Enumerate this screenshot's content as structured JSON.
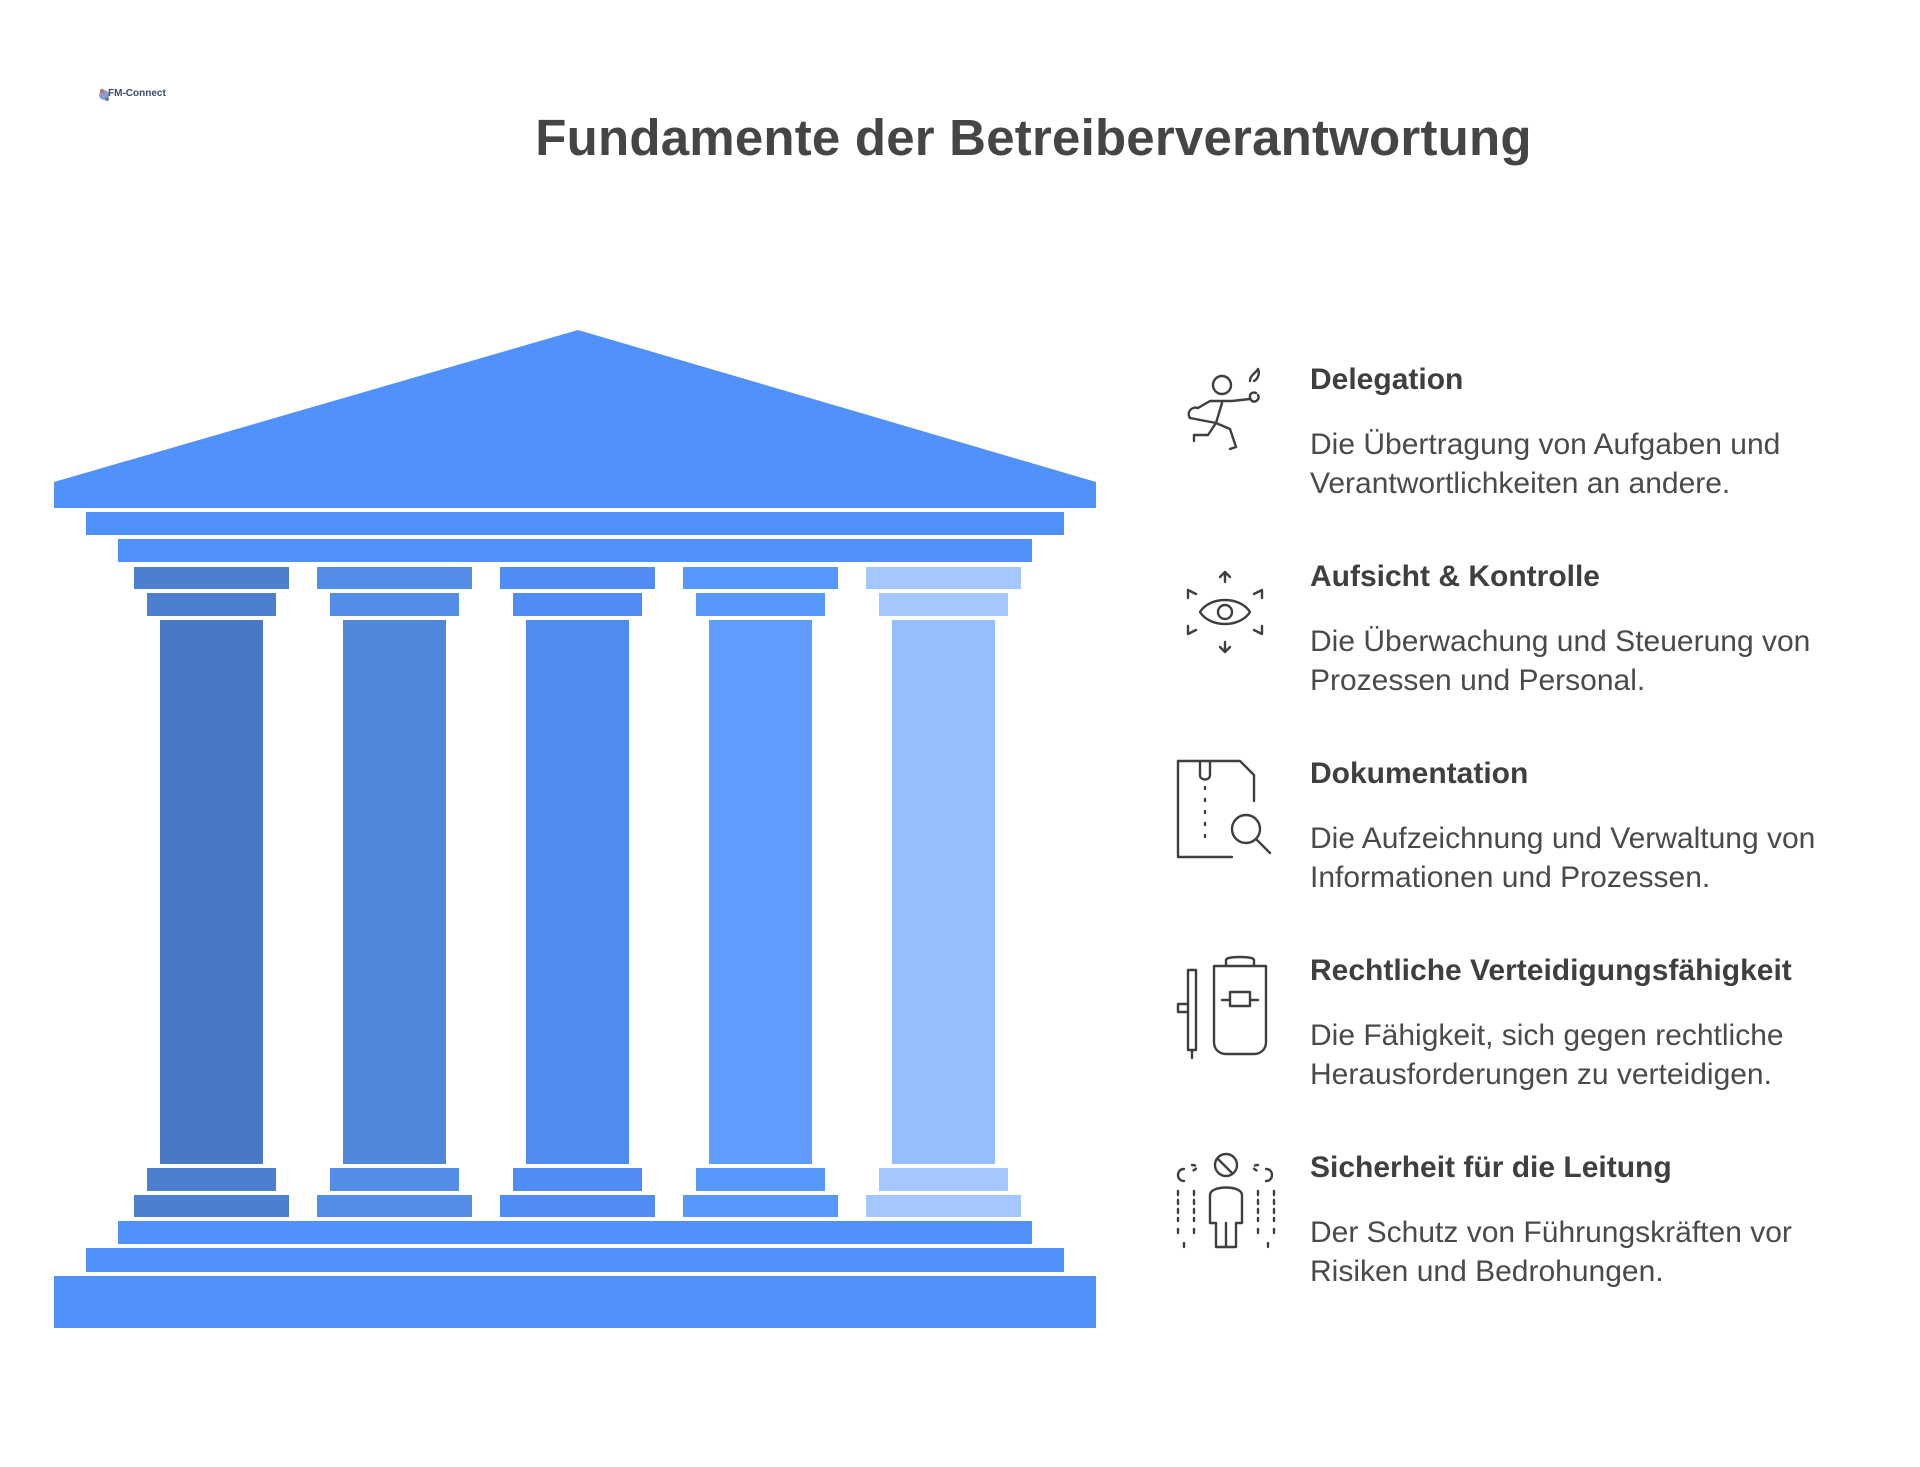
{
  "logo": {
    "text": "FM-Connect"
  },
  "title": "Fundamente der Betreiberverantwortung",
  "colors": {
    "roof": "#5091FB",
    "ledge": "#5091FB",
    "pillars": [
      "#4A78C4",
      "#5087DD",
      "#508CF0",
      "#5F9CFD",
      "#96BEFF"
    ],
    "pillar_caps": [
      "#4C7FCF",
      "#538DE8",
      "#4F8DF5",
      "#5697FB",
      "#A4C7FF"
    ],
    "icon_stroke": "#3f3f3f"
  },
  "items": [
    {
      "icon": "delegation-person-icon",
      "title": "Delegation",
      "description": "Die Übertragung von Aufgaben und Verantwortlichkeiten an andere."
    },
    {
      "icon": "surveillance-eye-icon",
      "title": "Aufsicht & Kontrolle",
      "description": "Die Überwachung und Steuerung von Prozessen und Personal."
    },
    {
      "icon": "document-search-icon",
      "title": "Dokumentation",
      "description": "Die Aufzeichnung und Verwaltung von Informationen und Prozessen."
    },
    {
      "icon": "shield-baton-icon",
      "title": "Rechtliche Verteidigungsfähigkeit",
      "description": "Die Fähigkeit, sich gegen rechtliche Herausforderungen zu verteidigen."
    },
    {
      "icon": "protected-leader-icon",
      "title": "Sicherheit für die Leitung",
      "description": "Der Schutz von Führungskräften vor Risiken und Bedrohungen."
    }
  ]
}
